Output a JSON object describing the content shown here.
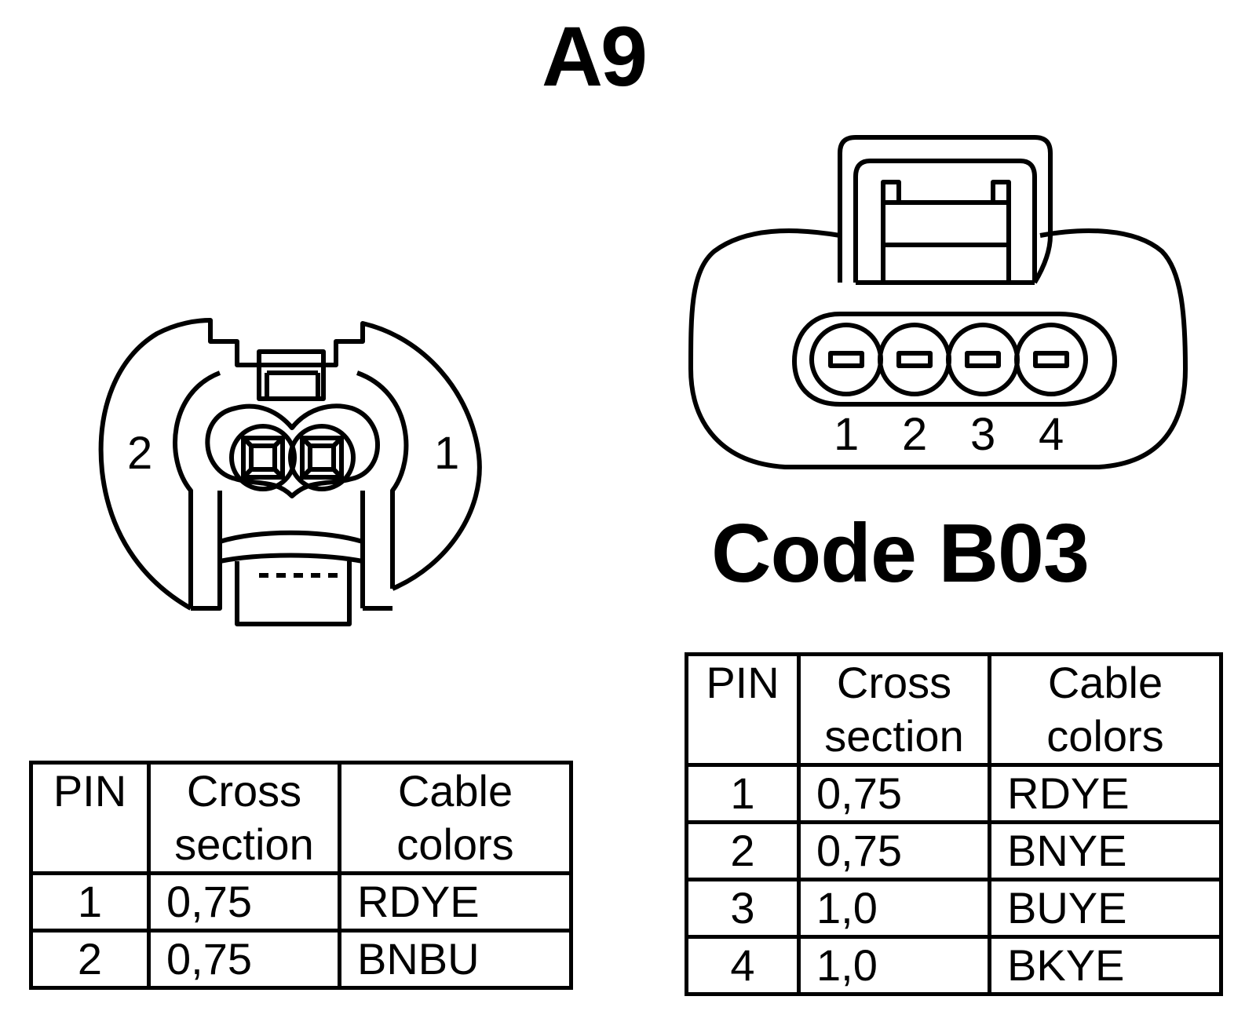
{
  "title": "A9",
  "code_label": "Code B03",
  "connector_a9": {
    "pin_labels": [
      "2",
      "1"
    ]
  },
  "connector_b03": {
    "pin_labels": [
      "1",
      "2",
      "3",
      "4"
    ]
  },
  "table_a9": {
    "headers": {
      "pin": "PIN",
      "cross_1": "Cross",
      "cross_2": "section",
      "cable_1": "Cable",
      "cable_2": "colors"
    },
    "rows": [
      {
        "pin": "1",
        "cross": "0,75",
        "color": "RDYE"
      },
      {
        "pin": "2",
        "cross": "0,75",
        "color": "BNBU"
      }
    ]
  },
  "table_b03": {
    "headers": {
      "pin": "PIN",
      "cross_1": "Cross",
      "cross_2": "section",
      "cable_1": "Cable",
      "cable_2": "colors"
    },
    "rows": [
      {
        "pin": "1",
        "cross": "0,75",
        "color": "RDYE"
      },
      {
        "pin": "2",
        "cross": "0,75",
        "color": "BNYE"
      },
      {
        "pin": "3",
        "cross": "1,0",
        "color": "BUYE"
      },
      {
        "pin": "4",
        "cross": "1,0",
        "color": "BKYE"
      }
    ]
  }
}
